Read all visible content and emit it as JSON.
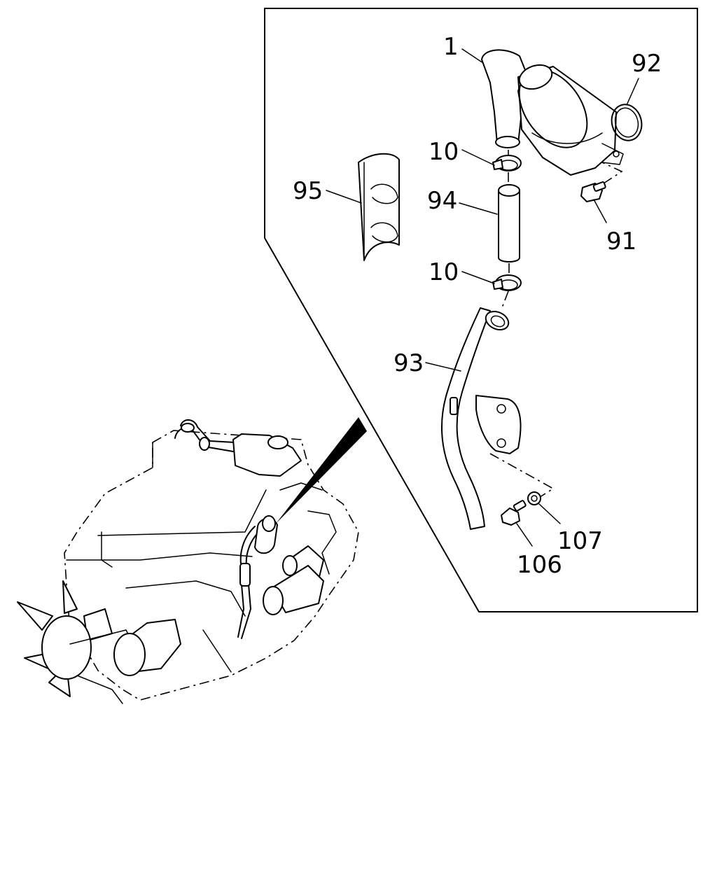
{
  "callouts": {
    "p1": "1",
    "p92": "92",
    "p10a": "10",
    "p10b": "10",
    "p95": "95",
    "p94": "94",
    "p91": "91",
    "p93": "93",
    "p107": "107",
    "p106": "106"
  }
}
